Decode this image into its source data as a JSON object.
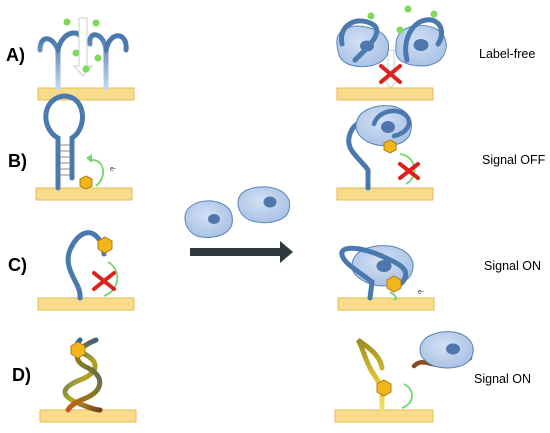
{
  "rows": [
    {
      "id": "A",
      "label": "A)",
      "signal": "Label-free"
    },
    {
      "id": "B",
      "label": "B)",
      "signal": "Signal OFF"
    },
    {
      "id": "C",
      "label": "C)",
      "signal": "Signal ON"
    },
    {
      "id": "D",
      "label": "D)",
      "signal": "Signal ON"
    }
  ],
  "emission_marks": [
    "e-",
    "e-"
  ],
  "colors": {
    "surface": "#f8dc8c",
    "surface_edge": "#e2bb55",
    "aptamer": "#4a79ae",
    "cell_fill": "#b9cdea",
    "cell_edge": "#5a84b8",
    "nucleus": "#4f76ad",
    "molecule": "#7ed957",
    "redox": "#f2b61b",
    "signal_arc": "#6fd86a",
    "block_x": "#e0201c",
    "arrow": "#2f3a40"
  },
  "icons": [
    "surface-icon",
    "aptamer-icon",
    "cell-icon",
    "redox-label-icon",
    "x-mark-icon",
    "arrow-icon",
    "molecule-icon"
  ]
}
